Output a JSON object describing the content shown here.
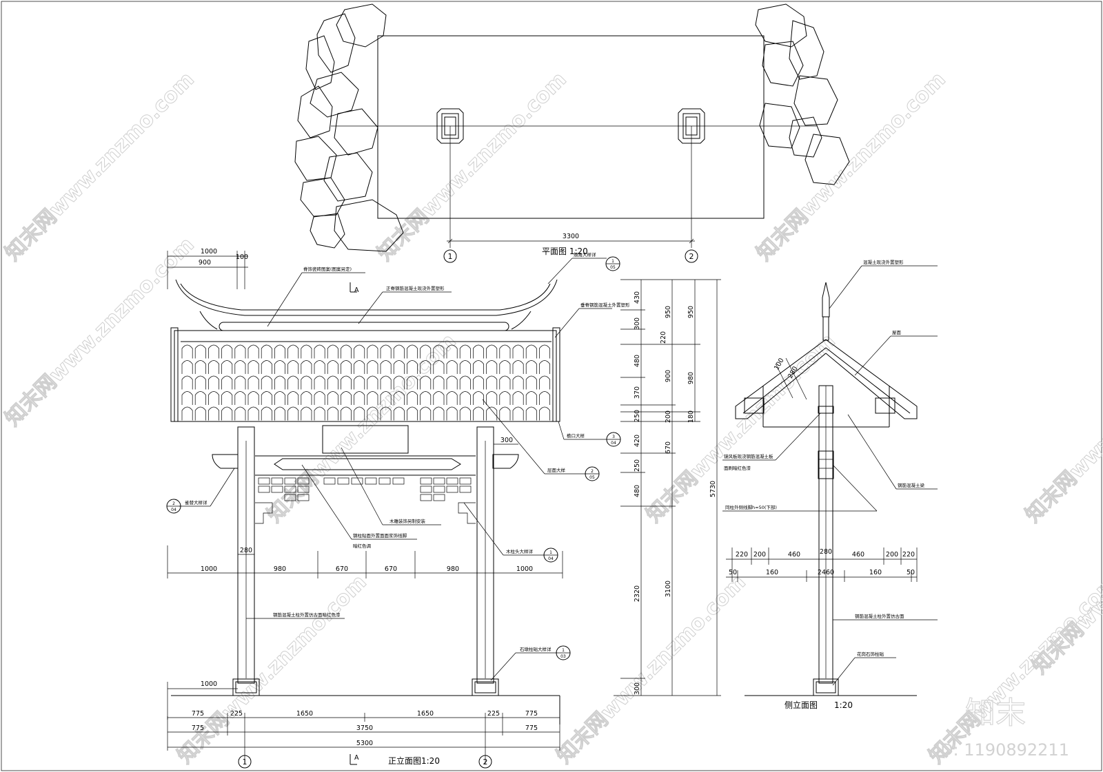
{
  "drawing": {
    "titles": {
      "plan": "平面图 1:20",
      "front": "正立面图1:20",
      "side": "侧立面图　　1:20"
    },
    "section_marker": "A",
    "axis_labels": [
      "1",
      "2"
    ],
    "plan_dims": {
      "span": "3300"
    },
    "front_dims": {
      "top": [
        "1000",
        "900",
        "100"
      ],
      "beam_row": [
        "1000",
        "980",
        "670",
        "670",
        "980",
        "1000"
      ],
      "col_280": "280",
      "col_300": "300",
      "base_1000": "1000",
      "bottom_row1": [
        "775",
        "225",
        "1650",
        "1650",
        "225",
        "775"
      ],
      "bottom_row2": [
        "775",
        "3750",
        "775"
      ],
      "total": "5300"
    },
    "height_dims": {
      "col1": [
        "430",
        "300",
        "480",
        "370",
        "250",
        "420",
        "250",
        "480",
        "2320",
        "300"
      ],
      "col2": [
        "950",
        "220",
        "900",
        "200",
        "670",
        "3100"
      ],
      "col3": [
        "950",
        "980",
        "180"
      ],
      "total": "5730"
    },
    "side_dims": {
      "row1": [
        "220",
        "200",
        "460",
        "280",
        "460",
        "200",
        "220"
      ],
      "row2": [
        "50",
        "160",
        "2460",
        "160",
        "50"
      ],
      "roof_a": "100",
      "roof_b": "280"
    },
    "front_notes": [
      "脊饰瓷砖图案(图案另定)",
      "正脊钢筋混凝土现浇外置塑形",
      "翘角大样详",
      "垂脊钢筋混凝土外置塑形",
      "檐口大样",
      "层面大样",
      "雀替大样详",
      "木雕装饰另制安装",
      "钢柱贴面外置面面浆饰线脚",
      "暗红色调",
      "木柱头大样详",
      "钢筋混凝土柱外置仿古面暗红色漆",
      "石墩柱础大样详"
    ],
    "side_notes": [
      "混凝土现浇外置塑形",
      "屋面",
      "镜风板现浇钢筋混凝土板",
      "面刷暗红色漆",
      "钢筋混凝土梁",
      "同柱外侧线脚h≈50(下部)",
      "钢筋混凝土柱外置仿古面",
      "花岗石饰柱础"
    ],
    "detail_refs": [
      {
        "top": "1",
        "bottom": "05"
      },
      {
        "top": "3",
        "bottom": "04"
      },
      {
        "top": "2",
        "bottom": "05"
      },
      {
        "top": "2",
        "bottom": "04"
      },
      {
        "top": "1",
        "bottom": "04"
      },
      {
        "top": "1",
        "bottom": "03"
      }
    ],
    "watermark": "知末网www.znzmo.com",
    "brand": "知末",
    "image_id": "ID: 1190892211"
  }
}
